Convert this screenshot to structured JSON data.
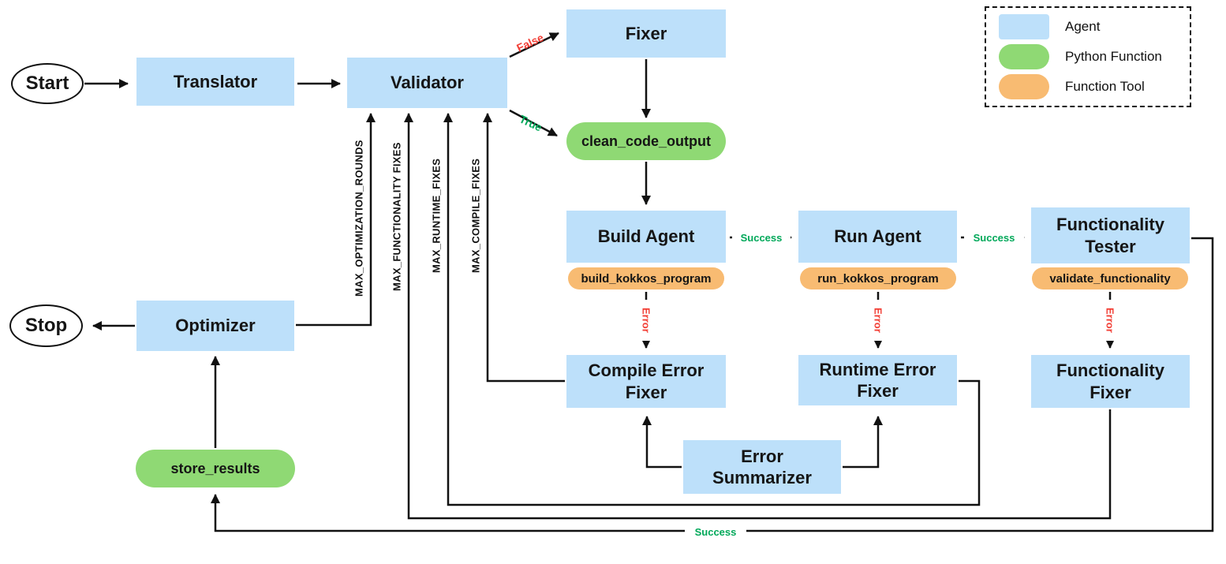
{
  "labels": {
    "start": "Start",
    "stop": "Stop",
    "translator": "Translator",
    "validator": "Validator",
    "fixer": "Fixer",
    "clean_code_output": "clean_code_output",
    "build_agent": "Build Agent",
    "run_agent": "Run Agent",
    "functionality_tester": "Functionality Tester",
    "build_kokkos_program": "build_kokkos_program",
    "run_kokkos_program": "run_kokkos_program",
    "validate_functionality": "validate_functionality",
    "compile_error_fixer": "Compile Error Fixer",
    "runtime_error_fixer": "Runtime Error Fixer",
    "functionality_fixer": "Functionality Fixer",
    "error_summarizer": "Error Summarizer",
    "optimizer": "Optimizer",
    "store_results": "store_results"
  },
  "edge_labels": {
    "false": "False",
    "true": "True",
    "success": "Success",
    "error": "Error",
    "max_optimization_rounds": "MAX_OPTIMIZATION_ROUNDS",
    "max_functionality_fixes": "MAX_FUNCTIONALITY FIXES",
    "max_runtime_fixes": "MAX_RUNTIME_FIXES",
    "max_compile_fixes": "MAX_COMPILE_FIXES"
  },
  "legend": {
    "items": [
      {
        "swatch": "agent",
        "label": "Agent"
      },
      {
        "swatch": "python-function",
        "label": "Python Function"
      },
      {
        "swatch": "function-tool",
        "label": "Function Tool"
      }
    ]
  },
  "colors": {
    "agent_fill": "#BDE0FA",
    "python_function_fill": "#8FD974",
    "function_tool_fill": "#F8BB72",
    "success_green": "#00A859",
    "error_red": "#F23F36"
  }
}
